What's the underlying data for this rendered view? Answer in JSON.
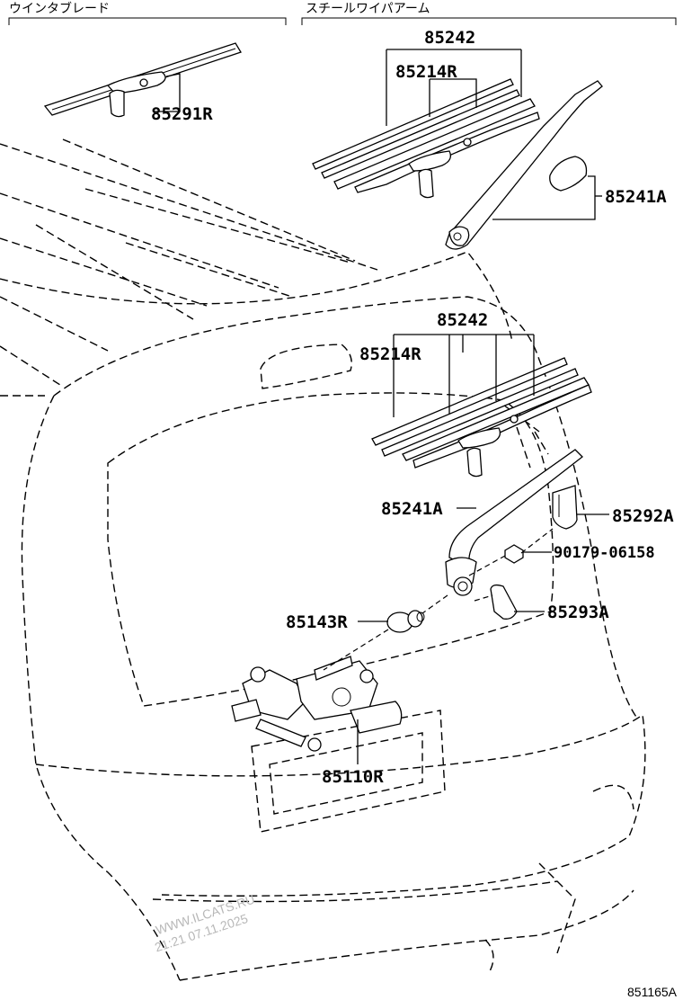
{
  "sections": {
    "left_title": "ウインタブレード",
    "right_title": "スチールワイパアーム"
  },
  "parts": {
    "blade_top_left": "85291R",
    "top_group": "85242",
    "top_refill": "85214R",
    "top_arm_cap": "85241A",
    "mid_group": "85242",
    "mid_refill": "85214R",
    "mid_arm": "85241A",
    "cap_a": "85292A",
    "nut": "90179-06158",
    "cap_b": "85293A",
    "grommet": "85143R",
    "motor": "85110R"
  },
  "watermark": {
    "line1": "WWW.ILCATS.RU",
    "line2": "21:21 07.11.2025"
  },
  "footer": {
    "code": "851165A"
  }
}
